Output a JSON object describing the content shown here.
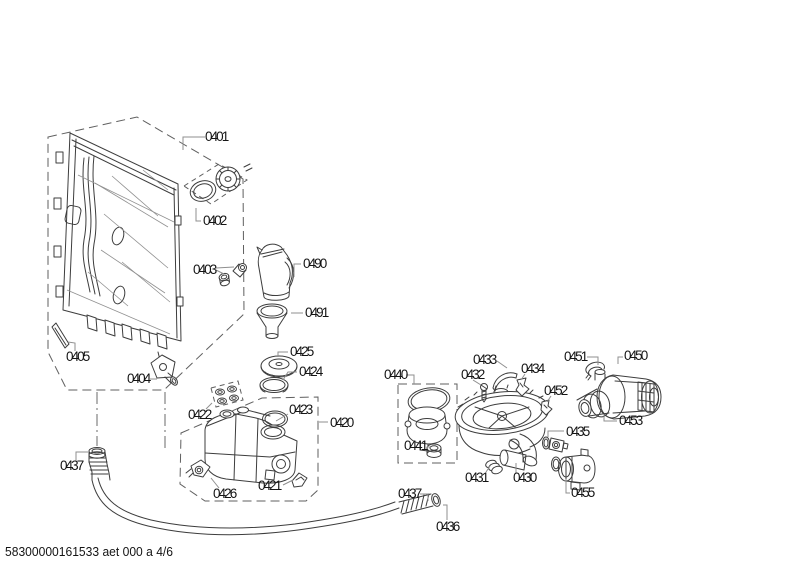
{
  "document": {
    "footer_code": "58300000161533 aet 000 a 4/6"
  },
  "colors": {
    "background": "#ffffff",
    "line": "#3d3d3d",
    "leader": "#8f8f8f",
    "text": "#141414"
  },
  "parts": {
    "p0401": "0401",
    "p0402": "0402",
    "p0403": "0403",
    "p0404": "0404",
    "p0405": "0405",
    "p0420": "0420",
    "p0421": "0421",
    "p0422": "0422",
    "p0423": "0423",
    "p0424": "0424",
    "p0425": "0425",
    "p0426": "0426",
    "p0430": "0430",
    "p0431": "0431",
    "p0432": "0432",
    "p0433": "0433",
    "p0434": "0434",
    "p0435": "0435",
    "p0436": "0436",
    "p0437_left": "0437",
    "p0437_mid": "0437",
    "p0440": "0440",
    "p0441": "0441",
    "p0450": "0450",
    "p0451": "0451",
    "p0452": "0452",
    "p0453": "0453",
    "p0455": "0455",
    "p0490": "0490",
    "p0491": "0491"
  }
}
